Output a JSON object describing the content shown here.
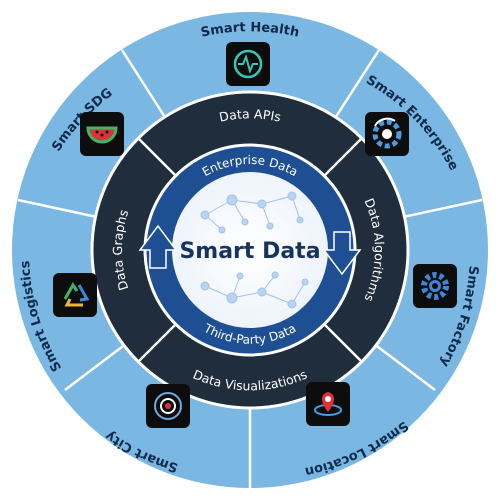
{
  "center": {
    "title": "Smart Data"
  },
  "inner_ring": {
    "top_label": "Enterprise Data",
    "bottom_label": "Third-Party Data"
  },
  "middle_ring": {
    "segments": [
      {
        "label": "Data APIs"
      },
      {
        "label": "Data Algorithms"
      },
      {
        "label": "Data Visualizations"
      },
      {
        "label": "Data Graphs"
      }
    ]
  },
  "outer_ring": {
    "segments": [
      {
        "label": "Smart Health",
        "icon": "heartbeat-monitor-icon"
      },
      {
        "label": "Smart Enterprise",
        "icon": "gear-cycle-icon"
      },
      {
        "label": "Smart Factory",
        "icon": "gear-icon"
      },
      {
        "label": "Smart Location",
        "icon": "map-pin-icon"
      },
      {
        "label": "Smart City",
        "icon": "target-compass-icon"
      },
      {
        "label": "Smart Logistics",
        "icon": "recycle-arrows-icon"
      },
      {
        "label": "Smart SDG",
        "icon": "watermelon-icon"
      }
    ]
  },
  "colors": {
    "outer_ring": "#7bb7e3",
    "middle_ring": "#1f2d3d",
    "inner_ring": "#1f4f93",
    "core": "#ffffff",
    "icon_tile": "#0d0d0d"
  }
}
